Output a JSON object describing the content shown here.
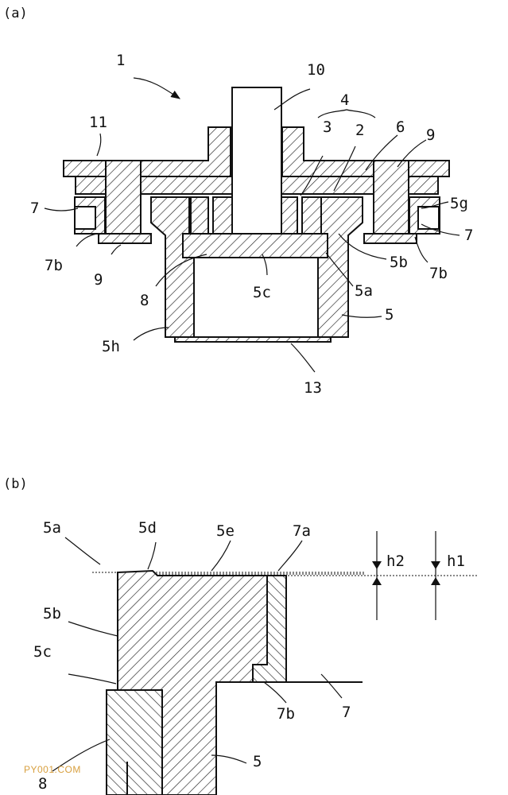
{
  "figure_a": {
    "caption": "(a)",
    "labels": {
      "l1": "1",
      "l10": "10",
      "l4": "4",
      "l3": "3",
      "l2": "2",
      "l6": "6",
      "l9_right": "9",
      "l11": "11",
      "l7_left": "7",
      "l5g": "5g",
      "l7_right": "7",
      "l7b_left": "7b",
      "l9_left": "9",
      "l5b": "5b",
      "l7b_right": "7b",
      "l8": "8",
      "l5c": "5c",
      "l5a": "5a",
      "l5": "5",
      "l5h": "5h",
      "l13": "13"
    }
  },
  "figure_b": {
    "caption": "(b)",
    "labels": {
      "l5a": "5a",
      "l5d": "5d",
      "l5e": "5e",
      "l7a": "7a",
      "l5b": "5b",
      "l5c": "5c",
      "l7b": "7b",
      "l7": "7",
      "l5": "5",
      "l8": "8"
    },
    "dimensions": {
      "h2": "h2",
      "h1": "h1"
    }
  },
  "watermark": "PY001.COM"
}
